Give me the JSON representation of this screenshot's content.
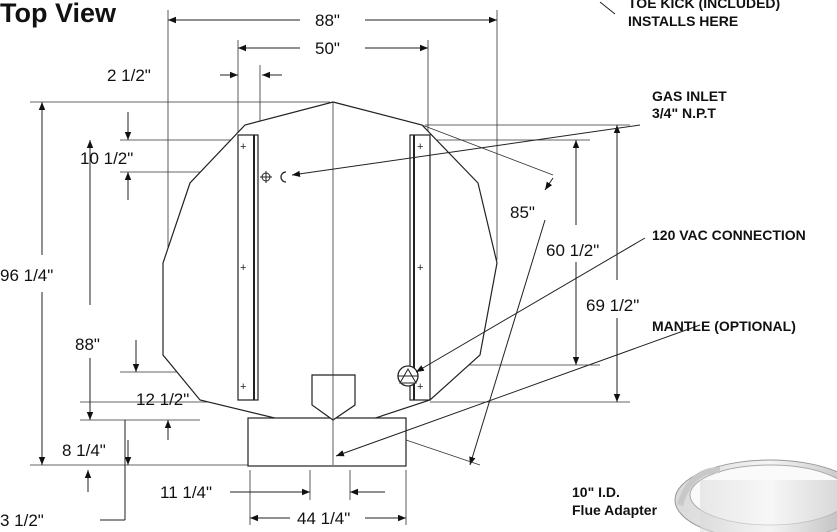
{
  "title": "Top View",
  "callouts": {
    "toe_kick": [
      "TOE KICK (INCLUDED)",
      "INSTALLS HERE"
    ],
    "gas_inlet": [
      "GAS INLET",
      "3/4\" N.P.T"
    ],
    "vac": "120 VAC CONNECTION",
    "mantle": "MANTLE (OPTIONAL)",
    "flue": [
      "10\" I.D.",
      "Flue Adapter"
    ]
  },
  "dimensions": {
    "d88_top": "88\"",
    "d50": "50\"",
    "d2_5": "2 1/2\"",
    "d10_5": "10 1/2\"",
    "d85": "85\"",
    "d60_5": "60 1/2\"",
    "d96_25": "96 1/4\"",
    "d69_5": "69 1/2\"",
    "d88_left": "88\"",
    "d12_5": "12 1/2\"",
    "d8_25": "8 1/4\"",
    "d11_25": "11 1/4\"",
    "d3_5": "3 1/2\"",
    "d44_25": "44 1/4\""
  }
}
